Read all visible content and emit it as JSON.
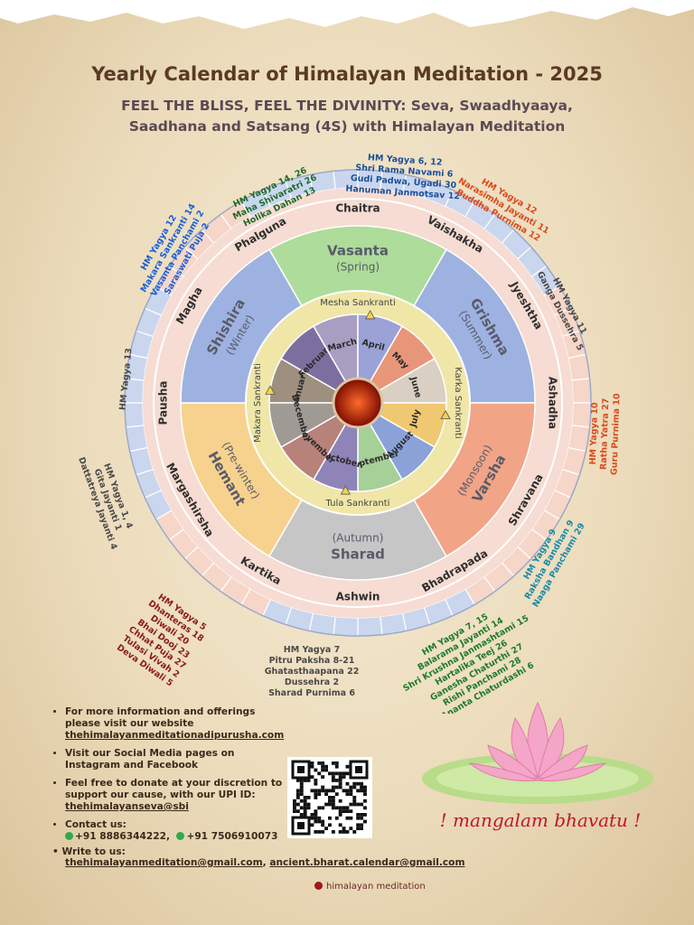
{
  "header": {
    "title": "Yearly Calendar of Himalayan Meditation - 2025",
    "subtitle_line1": "FEEL THE BLISS, FEEL THE DIVINITY:  Seva, Swaadhyaaya,",
    "subtitle_line2": "Saadhana and Satsang (4S) with Himalayan Meditation"
  },
  "wheel": {
    "seasons": [
      {
        "name": "Vasanta",
        "sub": "(Spring)",
        "color": "#aedc9a"
      },
      {
        "name": "Grishma",
        "sub": "(Summer)",
        "color": "#9db2e0"
      },
      {
        "name": "Varsha",
        "sub": "(Monsoon)",
        "color": "#f2a486"
      },
      {
        "name": "Sharad",
        "sub": "(Autumn)",
        "color": "#c6c6c6"
      },
      {
        "name": "Hemant",
        "sub": "(Pre-winter)",
        "color": "#f7d28e"
      },
      {
        "name": "Shishira",
        "sub": "(Winter)",
        "color": "#9db2e0"
      }
    ],
    "hindu_months": [
      "Chaitra",
      "Vaishakha",
      "Jyeshtha",
      "Ashadha",
      "Shravana",
      "Bhadrapada",
      "Ashwin",
      "Kartika",
      "Margashirsha",
      "Pausha",
      "Magha",
      "Phalguna"
    ],
    "months": [
      {
        "name": "January",
        "color": "#9e8f7f"
      },
      {
        "name": "February",
        "color": "#7c6fa0"
      },
      {
        "name": "March",
        "color": "#a89ec2"
      },
      {
        "name": "April",
        "color": "#9aa2d6"
      },
      {
        "name": "May",
        "color": "#e8967a"
      },
      {
        "name": "June",
        "color": "#d9cfc2"
      },
      {
        "name": "July",
        "color": "#f1c872"
      },
      {
        "name": "August",
        "color": "#8aa2d8"
      },
      {
        "name": "September",
        "color": "#a7cf98"
      },
      {
        "name": "October",
        "color": "#8e84b8"
      },
      {
        "name": "November",
        "color": "#b7827a"
      },
      {
        "name": "December",
        "color": "#a09a94"
      }
    ],
    "sankrantis": [
      "Mesha Sankranti",
      "Karka Sankranti",
      "Tula Sankranti",
      "Makara Sankranti"
    ]
  },
  "events": {
    "chaitra": [
      "HM Yagya 6, 12",
      "Shri Rama Navami 6",
      "Gudi Padwa, Ugadi 30",
      "Hanuman Janmotsav 12"
    ],
    "vaishakha": [
      "HM Yagya 12",
      "Narasimha Jayanti 11",
      "Buddha Purnima 12"
    ],
    "jyeshtha": [
      "HM Yagya 11",
      "Ganga Dussehra 5"
    ],
    "ashadha": [
      "HM Yagya 10",
      "Ratha Yatra 27",
      "Guru Purnima 10"
    ],
    "shravana": [
      "HM Yagya 9",
      "Raksha Bandhan 9",
      "Naaga Panchami 29"
    ],
    "bhadrapada": [
      "HM Yagya 7, 15",
      "Balarama Jayanti 14",
      "Shri Krushna Janmashtami 15",
      "Hartalika Teej 26",
      "Ganesha Chaturthi 27",
      "Rishi Panchami 28",
      "Ananta Chaturdashi 6"
    ],
    "ashwin": [
      "HM Yagya 7",
      "Pitru Paksha 8-21",
      "Ghatasthaapana 22",
      "Dussehra 2",
      "Sharad Purnima 6"
    ],
    "kartika": [
      "HM Yagya 5",
      "Dhanteras 18",
      "Diwali 20",
      "Bhai Dooj 23",
      "Chhat Puja 27",
      "Tulasi Vivah 2",
      "Deva Diwali 5"
    ],
    "margashirsha": [
      "HM Yagya  1, 4",
      "Gita Jayanti 1",
      "Dattatreya Jayanti 4"
    ],
    "pausha": [
      "HM Yagya 13"
    ],
    "magha": [
      "HM Yagya  12",
      "Makara Sankranti 14",
      "Vasanta Panchami 2",
      "Saraswati Puja 2"
    ],
    "phalguna": [
      "HM Yagya 14, 26",
      "Maha Shivaratri 26",
      "Holika Dahan 13"
    ]
  },
  "info": {
    "item1_a": "For more information and offerings",
    "item1_b": "please visit our website",
    "website": "thehimalayanmeditationadipurusha.com",
    "item2_a": "Visit our Social Media pages on",
    "item2_b": "Instagram and Facebook",
    "item3_a": "Feel free to donate at your discretion to",
    "item3_b": "support our cause, with our UPI ID:",
    "upi": "thehimalayanseva@sbi",
    "contact_label": "Contact us:",
    "phone1": "+91 8886344222,",
    "phone2": "+91 7506910073",
    "write_label": "Write to us:",
    "email1": "thehimalayanmeditation@gmail.com",
    "email_sep": ",",
    "email2": "ancient.bharat.calendar@gmail.com"
  },
  "blessing": "! mangalam bhavatu !",
  "footer": "himalayan meditation",
  "icons": {
    "whatsapp": "whatsapp-icon",
    "qr": "qr-code",
    "lotus": "lotus-icon",
    "sun": "sun-icon",
    "logo": "logo-icon"
  }
}
